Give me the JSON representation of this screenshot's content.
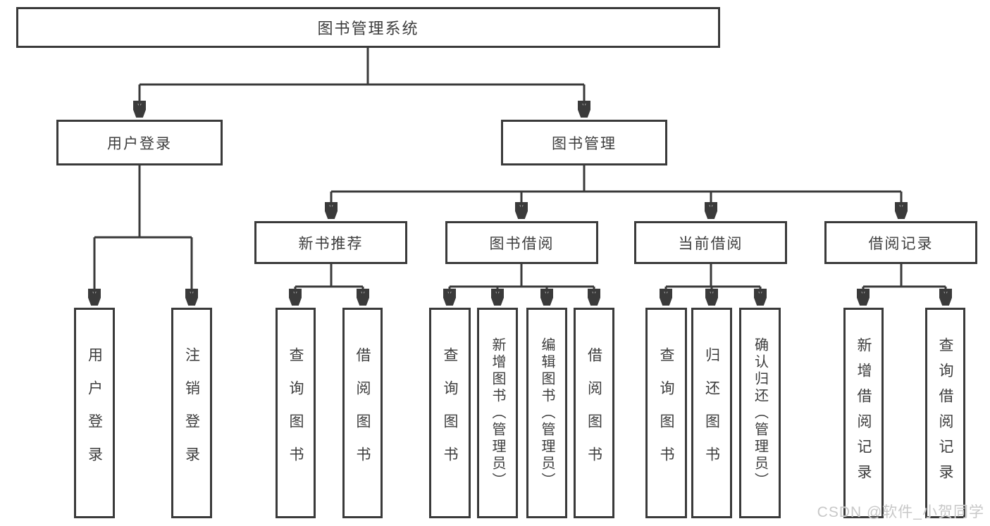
{
  "tree": {
    "root": {
      "label": "图书管理系统"
    },
    "branches": [
      {
        "label": "用户登录",
        "children": [
          {
            "label": "用户登录"
          },
          {
            "label": "注销登录"
          }
        ]
      },
      {
        "label": "图书管理",
        "children": [
          {
            "label": "新书推荐",
            "children": [
              {
                "label": "查询图书"
              },
              {
                "label": "借阅图书"
              }
            ]
          },
          {
            "label": "图书借阅",
            "children": [
              {
                "label": "查询图书"
              },
              {
                "label": "新增图书（管理员）"
              },
              {
                "label": "编辑图书（管理员）"
              },
              {
                "label": "借阅图书"
              }
            ]
          },
          {
            "label": "当前借阅",
            "children": [
              {
                "label": "查询图书"
              },
              {
                "label": "归还图书"
              },
              {
                "label": "确认归还（管理员）"
              }
            ]
          },
          {
            "label": "借阅记录",
            "children": [
              {
                "label": "新增借阅记录"
              },
              {
                "label": "查询借阅记录"
              }
            ]
          }
        ]
      }
    ]
  },
  "watermark": {
    "text": "CSDN @软件_小贺同学"
  },
  "colors": {
    "line": "#3a3a3a",
    "text": "#3d3d3d",
    "background": "#ffffff",
    "watermark": "#c8c8c8"
  }
}
